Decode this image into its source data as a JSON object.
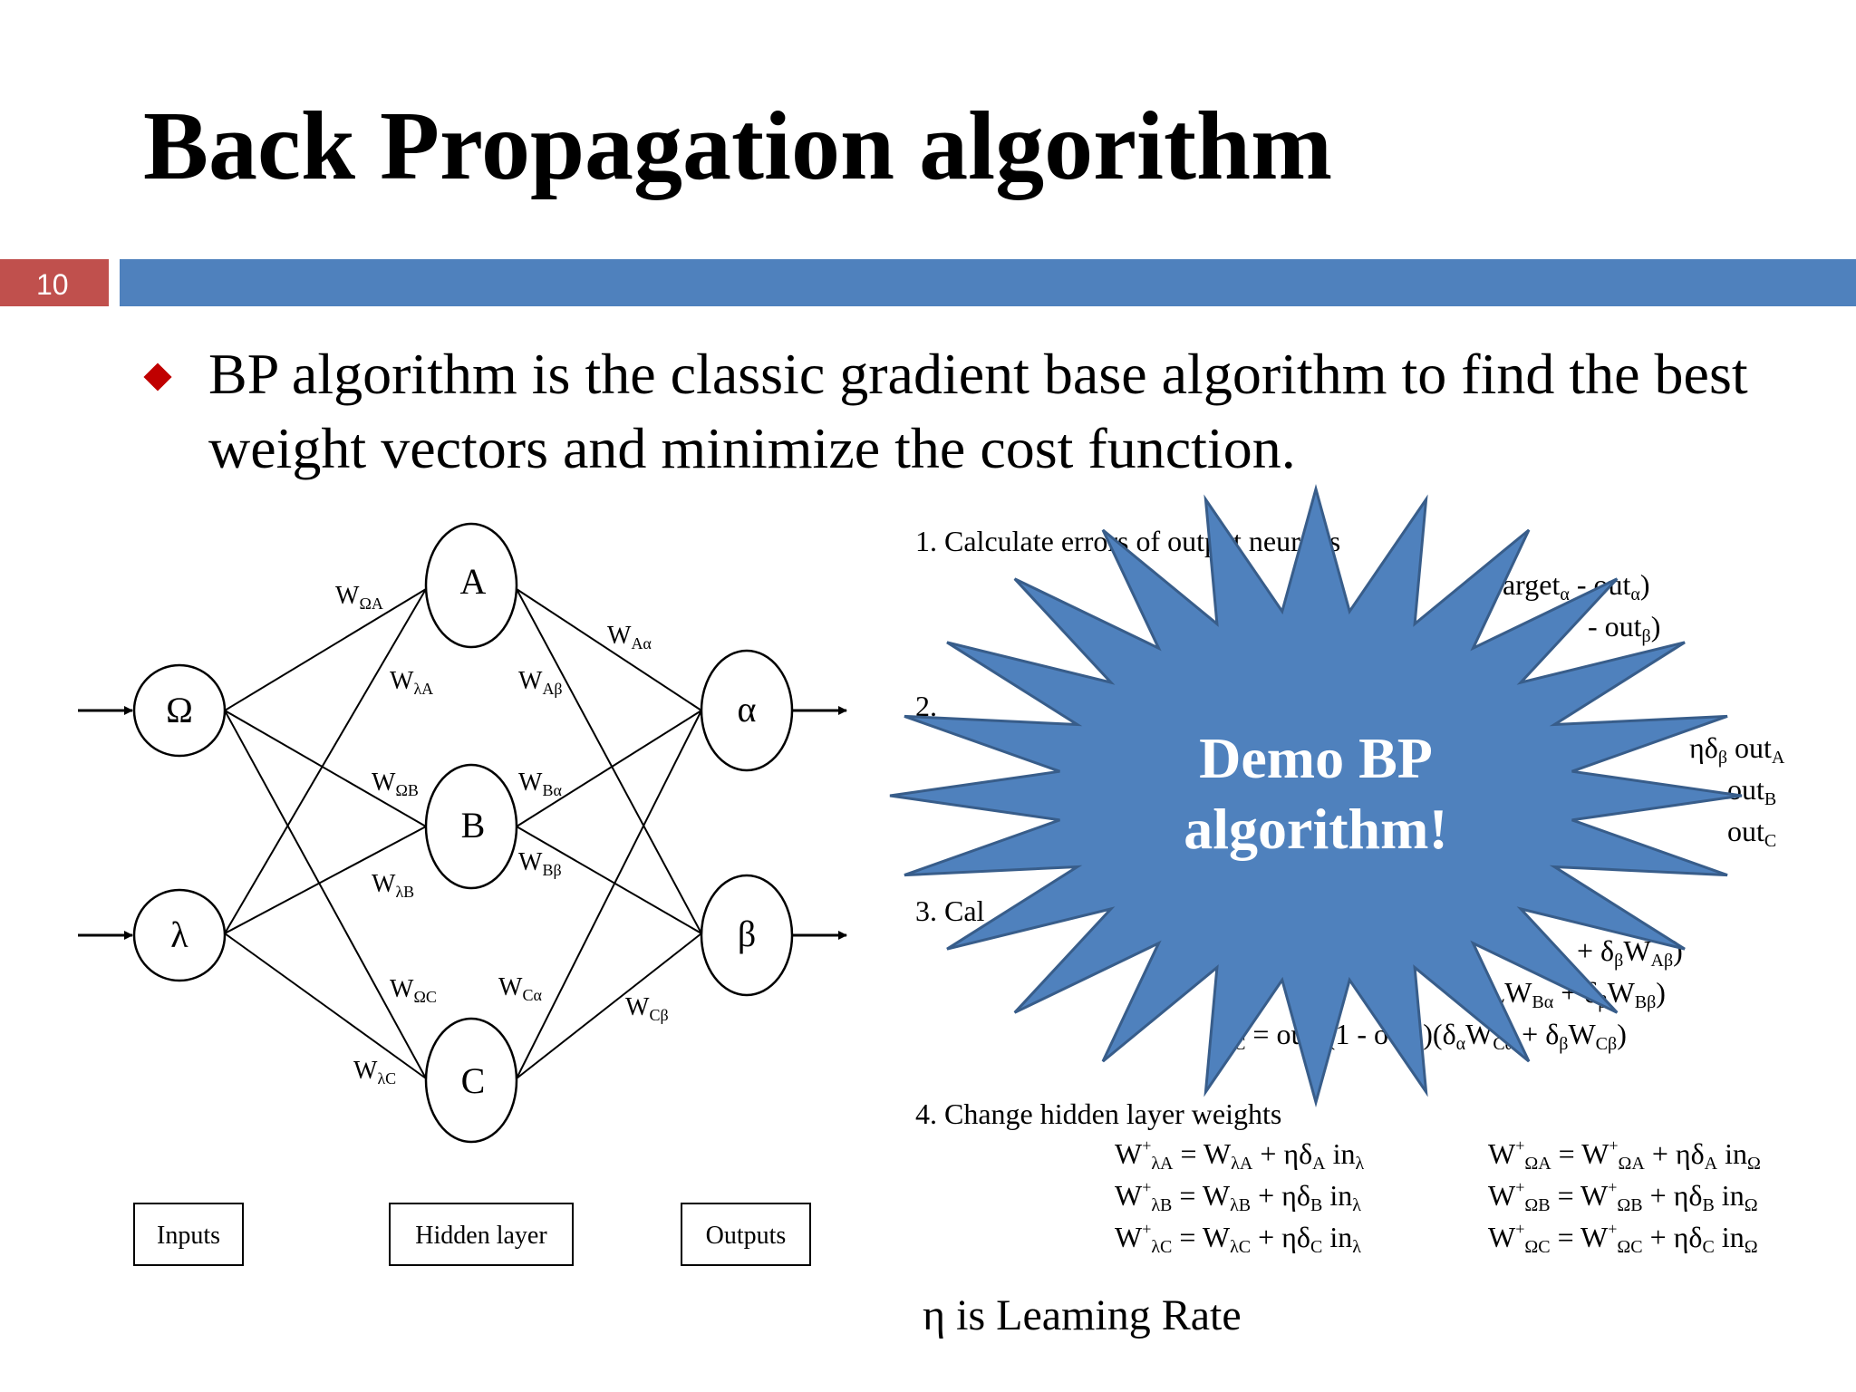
{
  "slide": {
    "title": "Back Propagation algorithm",
    "number": "10",
    "bullet": "BP algorithm is the classic gradient base algorithm to find the best weight vectors and minimize the cost function."
  },
  "network": {
    "nodes": {
      "omega": "Ω",
      "lambda": "λ",
      "A": "A",
      "B": "B",
      "C": "C",
      "alpha": "α",
      "beta": "β"
    },
    "labels": [
      "Inputs",
      "Hidden layer",
      "Outputs"
    ],
    "weights": [
      {
        "base": "W",
        "sub": "ΩA"
      },
      {
        "base": "W",
        "sub": "λA"
      },
      {
        "base": "W",
        "sub": "ΩB"
      },
      {
        "base": "W",
        "sub": "λB"
      },
      {
        "base": "W",
        "sub": "ΩC"
      },
      {
        "base": "W",
        "sub": "λC"
      },
      {
        "base": "W",
        "sub": "Aα"
      },
      {
        "base": "W",
        "sub": "Aβ"
      },
      {
        "base": "W",
        "sub": "Bα"
      },
      {
        "base": "W",
        "sub": "Bβ"
      },
      {
        "base": "W",
        "sub": "Cα"
      },
      {
        "base": "W",
        "sub": "Cβ"
      }
    ]
  },
  "steps": {
    "s1": "1.   Calculate errors of output neurons",
    "s1_eq1": "(Target",
    "s1_eq1_sub": "α",
    "s1_eq1_end": " - out",
    "s1_eq1_sub2": "α",
    "s1_eq2": "- out",
    "s1_eq2_sub": "β",
    "s2": "2.",
    "s2_r1": "ηδ",
    "s2_r1_sub": "β",
    "s2_r1_out": " out",
    "s2_r1_osub": "A",
    "s2_r2": "out",
    "s2_r2_sub": "B",
    "s2_r3": "out",
    "s2_r3_sub": "C",
    "s3": "3.   Cal",
    "s3_r1": "+ δ",
    "s3_r1_sub": "β",
    "s3_r1_w": "W",
    "s3_r1_wsub": "Aβ",
    "s3_r2": "(δ",
    "s3_r2_sub": "α",
    "s3_r2_w": "W",
    "s3_r2_wsub": "Bα",
    "s3_r2_plus": " + δ",
    "s3_r2_psub": "β",
    "s3_r2_w2": "W",
    "s3_r2_w2sub": "Bβ",
    "s3_r3_a": "δ",
    "s3_r3_b": " = out",
    "s3_r3_c": "(1 - out",
    "s3_r3_csub": "C",
    "s3_r3_d": ")(δ",
    "s3_r3_dsub": "α",
    "s3_r3_e": "W",
    "s3_r3_esub": "Cα",
    "s3_r3_f": " + δ",
    "s3_r3_fsub": "β",
    "s3_r3_g": "W",
    "s3_r3_gsub": "Cβ",
    "s4": "4.   Change hidden layer weights",
    "formulas_left": [
      {
        "lhs_sub": "λA",
        "rhs_sub": "λA",
        "d_sub": "A",
        "in_sub": "λ"
      },
      {
        "lhs_sub": "λB",
        "rhs_sub": "λB",
        "d_sub": "B",
        "in_sub": "λ"
      },
      {
        "lhs_sub": "λC",
        "rhs_sub": "λC",
        "d_sub": "C",
        "in_sub": "λ"
      }
    ],
    "formulas_right": [
      {
        "lhs_sub": "ΩA",
        "rhs_sub": "ΩA",
        "d_sub": "A",
        "in_sub": "Ω"
      },
      {
        "lhs_sub": "ΩB",
        "rhs_sub": "ΩB",
        "d_sub": "B",
        "in_sub": "Ω"
      },
      {
        "lhs_sub": "ΩC",
        "rhs_sub": "ΩC",
        "d_sub": "C",
        "in_sub": "Ω"
      }
    ],
    "f_w": "W",
    "f_plus_sup": "+",
    "f_eq": " = W",
    "f_eta": " + ηδ",
    "f_in": " in"
  },
  "starburst": {
    "line1": "Demo BP",
    "line2": "algorithm!",
    "fill": "#4f81bd",
    "stroke": "#385d8a"
  },
  "footer": {
    "eta": "η is Leaming Rate"
  }
}
